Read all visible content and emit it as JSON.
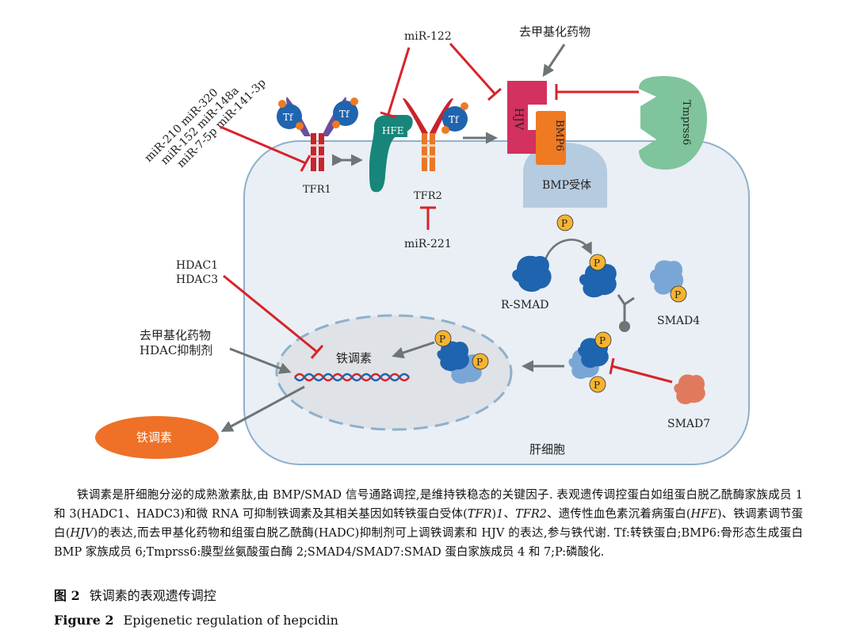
{
  "figure": {
    "mirna_group_1": [
      "miR-210  miR-320",
      "miR-152  miR-148a",
      "miR-7-5p  miR-141-3p"
    ],
    "mir_122": "miR-122",
    "mir_221": "miR-221",
    "demethylating_drug_top": "去甲基化药物",
    "tf": "Tf",
    "tfr1": "TFR1",
    "tfr2": "TFR2",
    "hfe": "HFE",
    "hjv": "HJV",
    "bmp6": "BMP6",
    "tmprss6": "Tmprss6",
    "bmp_receptor": "BMP受体",
    "p": "P",
    "r_smad": "R-SMAD",
    "smad4": "SMAD4",
    "smad7": "SMAD7",
    "hdac1": "HDAC1",
    "hdac3": "HDAC3",
    "demethylating_drug": "去甲基化药物",
    "hdac_inhibitor": "HDAC抑制剂",
    "hepcidin_gene": "铁调素",
    "hepcidin_secreted": "铁调素",
    "hepatocyte": "肝细胞"
  },
  "caption": {
    "body_parts": [
      {
        "t": "铁调素是肝细胞分泌的成熟激素肽,由 BMP/SMAD 信号通路调控,是维持铁稳态的关键因子. 表观遗传调控蛋白如组蛋白脱乙酰酶家族成员 1 和 3(HADC1、HADC3)和微 RNA 可抑制铁调素及其相关基因如转铁蛋白受体(",
        "i": false
      },
      {
        "t": "TFR",
        "i": true
      },
      {
        "t": ")",
        "i": false
      },
      {
        "t": "1",
        "i": true
      },
      {
        "t": "、",
        "i": false
      },
      {
        "t": "TFR2",
        "i": true
      },
      {
        "t": "、遗传性血色素沉着病蛋白(",
        "i": false
      },
      {
        "t": "HFE",
        "i": true
      },
      {
        "t": ")、铁调素调节蛋白(",
        "i": false
      },
      {
        "t": "HJV",
        "i": true
      },
      {
        "t": ")的表达,而去甲基化药物和组蛋白脱乙酰酶(HADC)抑制剂可上调铁调素和 HJV 的表达,参与铁代谢. Tf:转铁蛋白;BMP6:骨形态生成蛋白 BMP 家族成员 6;Tmprss6:膜型丝氨酸蛋白酶 2;SMAD4/SMAD7:SMAD 蛋白家族成员 4 和 7;P:磷酸化.",
        "i": false
      }
    ],
    "figure_label_cn": "图 2",
    "title_cn": "铁调素的表观遗传调控",
    "figure_label_en": "Figure 2",
    "title_en": "Epigenetic regulation of hepcidin"
  },
  "colors": {
    "cell_fill": "#e9eff5",
    "cell_stroke": "#8fb0cc",
    "nucleus_fill": "#dfe2e6",
    "inhibit_red": "#d8232a",
    "arrow_gray": "#6f7476",
    "tf_blue": "#1f64ae",
    "tfr1_red": "#c8242c",
    "hfe_teal": "#17857a",
    "tfr2_orange": "#e8772a",
    "hjv_pink": "#d33160",
    "bmp6_orange": "#ef7a22",
    "tmprss6_green": "#7fc49c",
    "receptor_blue": "#b5cbdf",
    "p_yellow": "#f5b331",
    "rsmad_blue": "#1f64ae",
    "smad4_light": "#7aa6d6",
    "smad7_salmon": "#e07a5f",
    "hepcidin_orange": "#ee7127"
  }
}
